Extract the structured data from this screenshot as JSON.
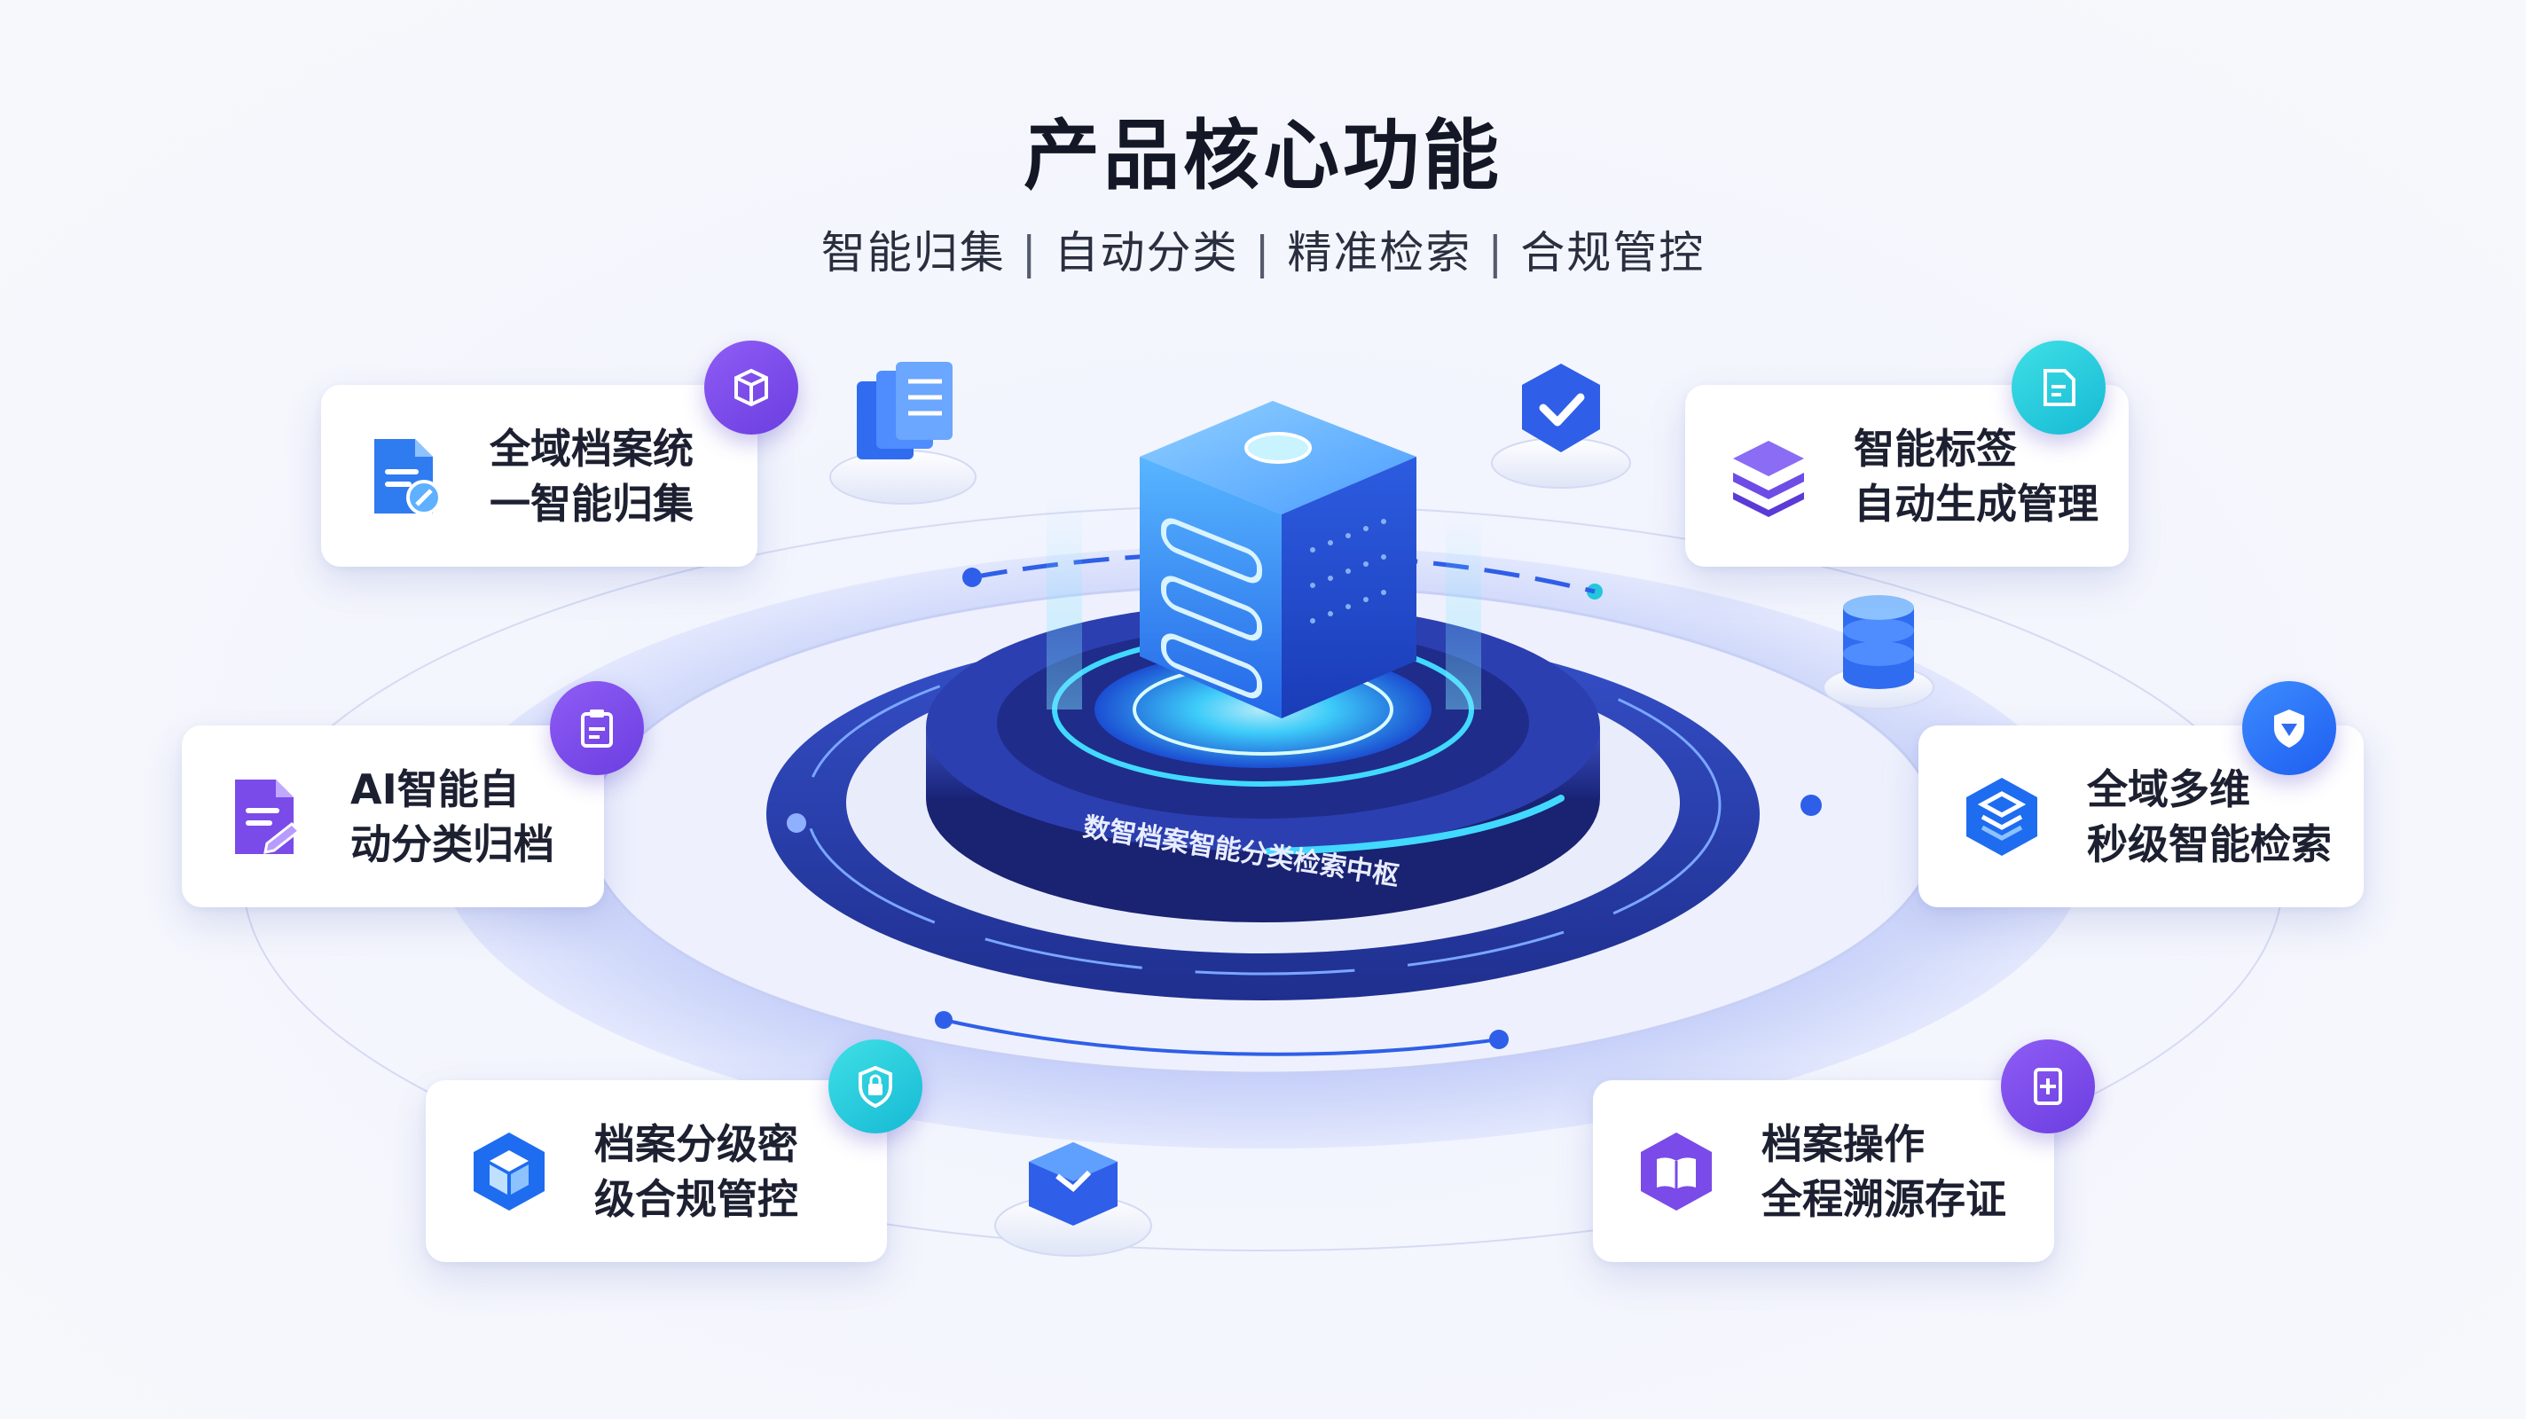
{
  "title": "产品核心功能",
  "subtitle": [
    "智能归集",
    "自动分类",
    "精准检索",
    "合规管控"
  ],
  "subtitle_separator": "|",
  "hub_label": "数智档案智能分类检索中枢",
  "features": [
    {
      "line1": "全域档案统",
      "line2": "一智能归集",
      "icon": "document-check-icon",
      "badge_icon": "box-icon"
    },
    {
      "line1": "智能标签",
      "line2": "自动生成管理",
      "icon": "layers-stack-icon",
      "badge_icon": "tag-document-icon"
    },
    {
      "line1": "AI智能自",
      "line2": "动分类归档",
      "icon": "document-edit-icon",
      "badge_icon": "clipboard-icon"
    },
    {
      "line1": "全域多维",
      "line2": "秒级智能检索",
      "icon": "hexagon-search-icon",
      "badge_icon": "location-shield-icon"
    },
    {
      "line1": "档案分级密",
      "line2": "级合规管控",
      "icon": "cube-icon",
      "badge_icon": "shield-lock-icon"
    },
    {
      "line1": "档案操作",
      "line2": "全程溯源存证",
      "icon": "hexagon-book-icon",
      "badge_icon": "document-plus-icon"
    }
  ],
  "colors": {
    "title": "#141826",
    "accent_blue": "#2f5fe8",
    "accent_purple": "#7a4be8",
    "accent_cyan": "#22c7dd",
    "platform_dark": "#2a3fa8",
    "glow": "#41d9ff"
  }
}
